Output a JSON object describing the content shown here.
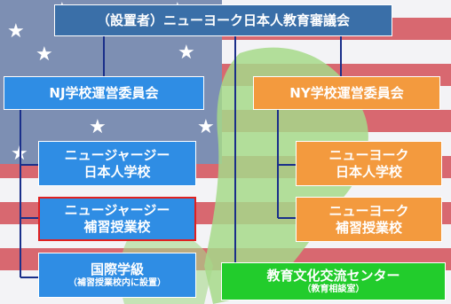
{
  "colors": {
    "blue_box": "#2f8de4",
    "orange_box": "#f39a3e",
    "green_box": "#22cc2c",
    "navy_box": "#3a6fa8",
    "highlight_border": "#e02020",
    "connector": "#1a2f8a"
  },
  "nodes": {
    "root": "（設置者）ニューヨーク日本人教育審議会",
    "nj_committee": "NJ学校運営委員会",
    "ny_committee": "NY学校運営委員会",
    "nj_japanese_school": {
      "line1": "ニュージャージー",
      "line2": "日本人学校"
    },
    "nj_supplementary_school": {
      "line1": "ニュージャージー",
      "line2": "補習授業校"
    },
    "international_class": {
      "line1": "国際学級",
      "line2": "（補習授業校内に設置）"
    },
    "ny_japanese_school": {
      "line1": "ニューヨーク",
      "line2": "日本人学校"
    },
    "ny_supplementary_school": {
      "line1": "ニューヨーク",
      "line2": "補習授業校"
    },
    "culture_center": {
      "line1": "教育文化交流センター",
      "line2": "（教育相談室）"
    }
  },
  "background": {
    "stars_icon": "star-icon"
  }
}
